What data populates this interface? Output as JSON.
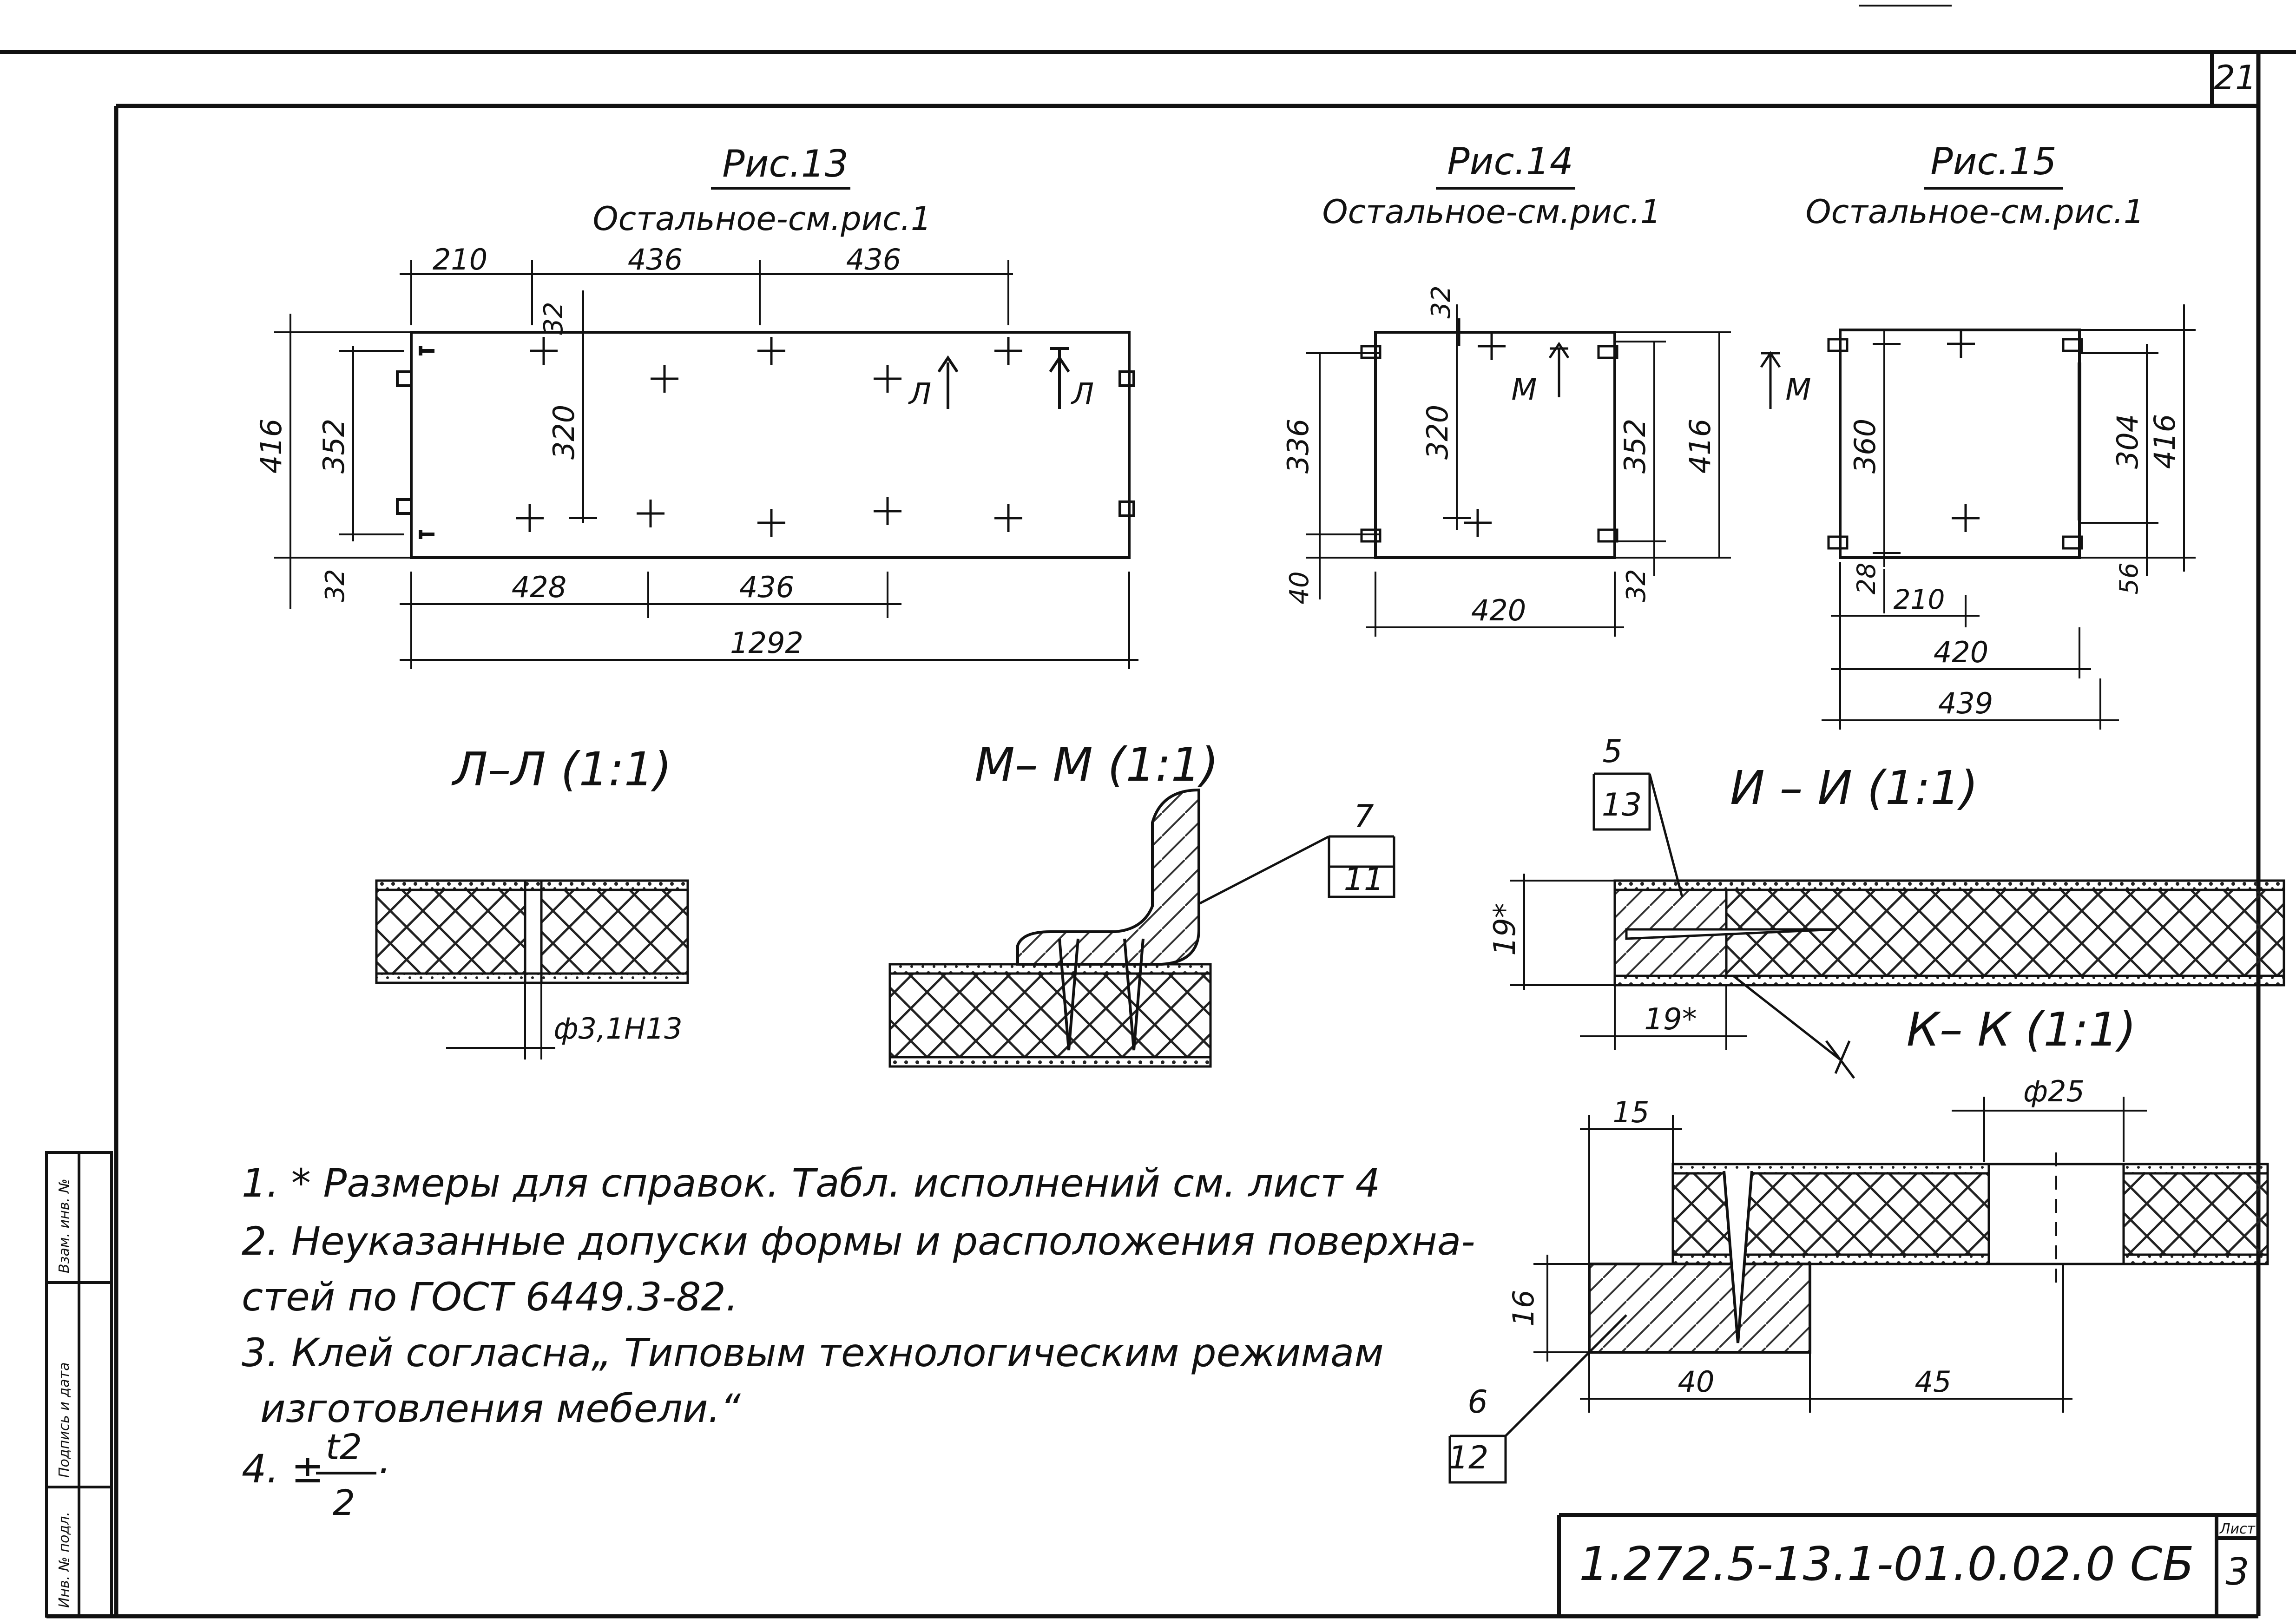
{
  "page_number": "21",
  "fig13": {
    "title": "Рис.13",
    "subtitle": "Остальное-см.рис.1",
    "dims": {
      "d210": "210",
      "d436a": "436",
      "d436b": "436",
      "d32top": "32",
      "d416": "416",
      "d352": "352",
      "d320": "320",
      "d32left": "32",
      "d428": "428",
      "d436c": "436",
      "d1292": "1292"
    },
    "section_mark": "Л"
  },
  "fig14": {
    "title": "Рис.14",
    "subtitle": "Остальное-см.рис.1",
    "dims": {
      "d32": "32",
      "d336": "336",
      "d320": "320",
      "d352": "352",
      "d416": "416",
      "d40": "40",
      "d420": "420",
      "d32b": "32"
    },
    "section_mark": "М"
  },
  "fig15": {
    "title": "Рис.15",
    "subtitle": "Остальное-см.рис.1",
    "dims": {
      "d360": "360",
      "d304": "304",
      "d416": "416",
      "d28": "28",
      "d210": "210",
      "d56": "56",
      "d420": "420",
      "d439": "439"
    }
  },
  "section_LL": {
    "title": "Л–Л (1:1)",
    "hole": "ф3,1Н13"
  },
  "section_MM": {
    "title": "М– М (1:1)",
    "callout_top": "7",
    "callout_bottom": "11"
  },
  "section_II": {
    "title": "И – И (1:1)",
    "callout_top": "5",
    "callout_bottom": "13",
    "dim_v": "19*",
    "dim_h": "19*"
  },
  "section_KK": {
    "title": "К– К (1:1)",
    "dim_15": "15",
    "dim_25": "ф25",
    "dim_16": "16",
    "dim_40": "40",
    "dim_45": "45",
    "callout_top": "6",
    "callout_bottom": "12"
  },
  "notes": [
    "1. * Размеры для справок. Табл. исполнений см. лист 4",
    "2. Неуказанные допуски формы и расположения поверхна-",
    "стей по ГОСТ 6449.3-82.",
    "3. Клей согласна„ Типовым технологическим режимам",
    "изготовления мебели.“",
    "4. ±",
    "t2",
    "2",
    "."
  ],
  "stamp": {
    "doc_number": "1.272.5-13.1-01.0.02.0 СБ",
    "sheet_label": "Лист",
    "sheet_number": "3",
    "side_labels": [
      "Взам. инв. №",
      "Подпись и дата",
      "Инв. № подл."
    ]
  }
}
